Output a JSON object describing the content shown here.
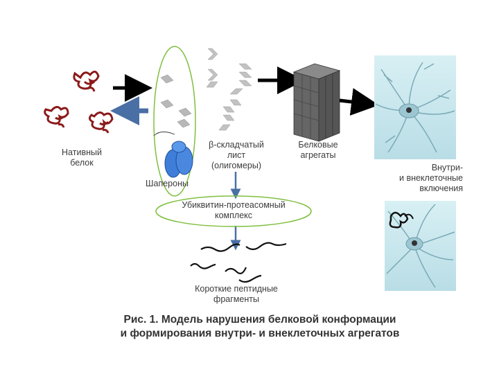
{
  "labels": {
    "native_protein": [
      "Нативный",
      "белок"
    ],
    "chaperones": "Шапероны",
    "beta_sheet": [
      "β-складчатый",
      "лист",
      "(олигомеры)"
    ],
    "aggregates": [
      "Белковые",
      "агрегаты"
    ],
    "inclusions": [
      "Внутри-",
      "и внеклеточные",
      "включения"
    ],
    "proteasome": [
      "Убиквитин-протеасомный",
      "комплекс"
    ],
    "fragments": [
      "Короткие пептидные",
      "фрагменты"
    ]
  },
  "caption": [
    "Рис. 1. Модель нарушения белковой конформации",
    "и формирования внутри- и внеклеточных агрегатов"
  ],
  "colors": {
    "protein_red": "#8b1a1a",
    "ellipse_green": "#7fbf3f",
    "arrow_blue": "#4a6fa5",
    "chaperone_blue": "#3f7ed8",
    "neuron_bg": "#c9e8ee",
    "sheet_gray": "#b8b8b8",
    "aggregate_gray": "#666666"
  }
}
